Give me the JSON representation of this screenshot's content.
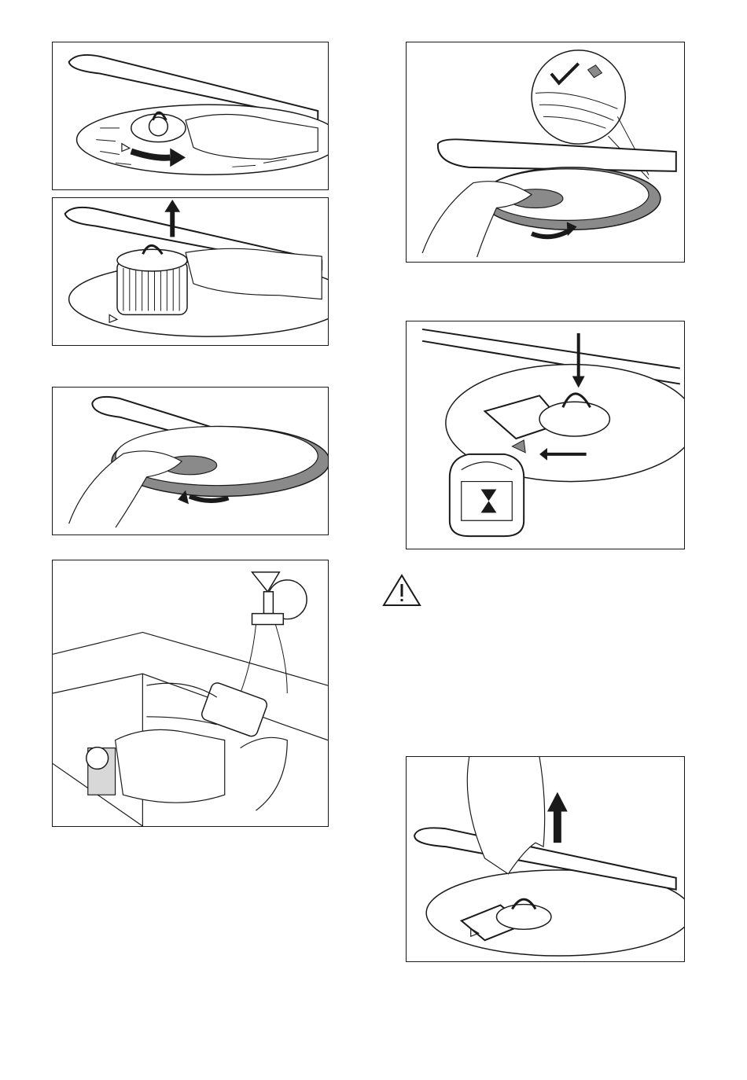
{
  "document": {
    "page_type": "manual-illustrations",
    "panels": [
      {
        "id": "step-1",
        "icon": "filter-unlock-icon"
      },
      {
        "id": "step-2",
        "icon": "filter-lift-icon"
      },
      {
        "id": "step-3",
        "icon": "flat-filter-remove-icon"
      },
      {
        "id": "step-4",
        "icon": "filter-rinse-icon"
      },
      {
        "id": "step-5",
        "icon": "flat-filter-refit-icon"
      },
      {
        "id": "step-6",
        "icon": "filter-lock-icon"
      },
      {
        "id": "step-7",
        "icon": "spray-arm-check-icon"
      }
    ],
    "warning_icon": "warning-triangle-icon"
  },
  "colors": {
    "line": "#1a1a1a",
    "grey_filter": "#8a8a8a",
    "light_grey": "#d8d8d8"
  }
}
